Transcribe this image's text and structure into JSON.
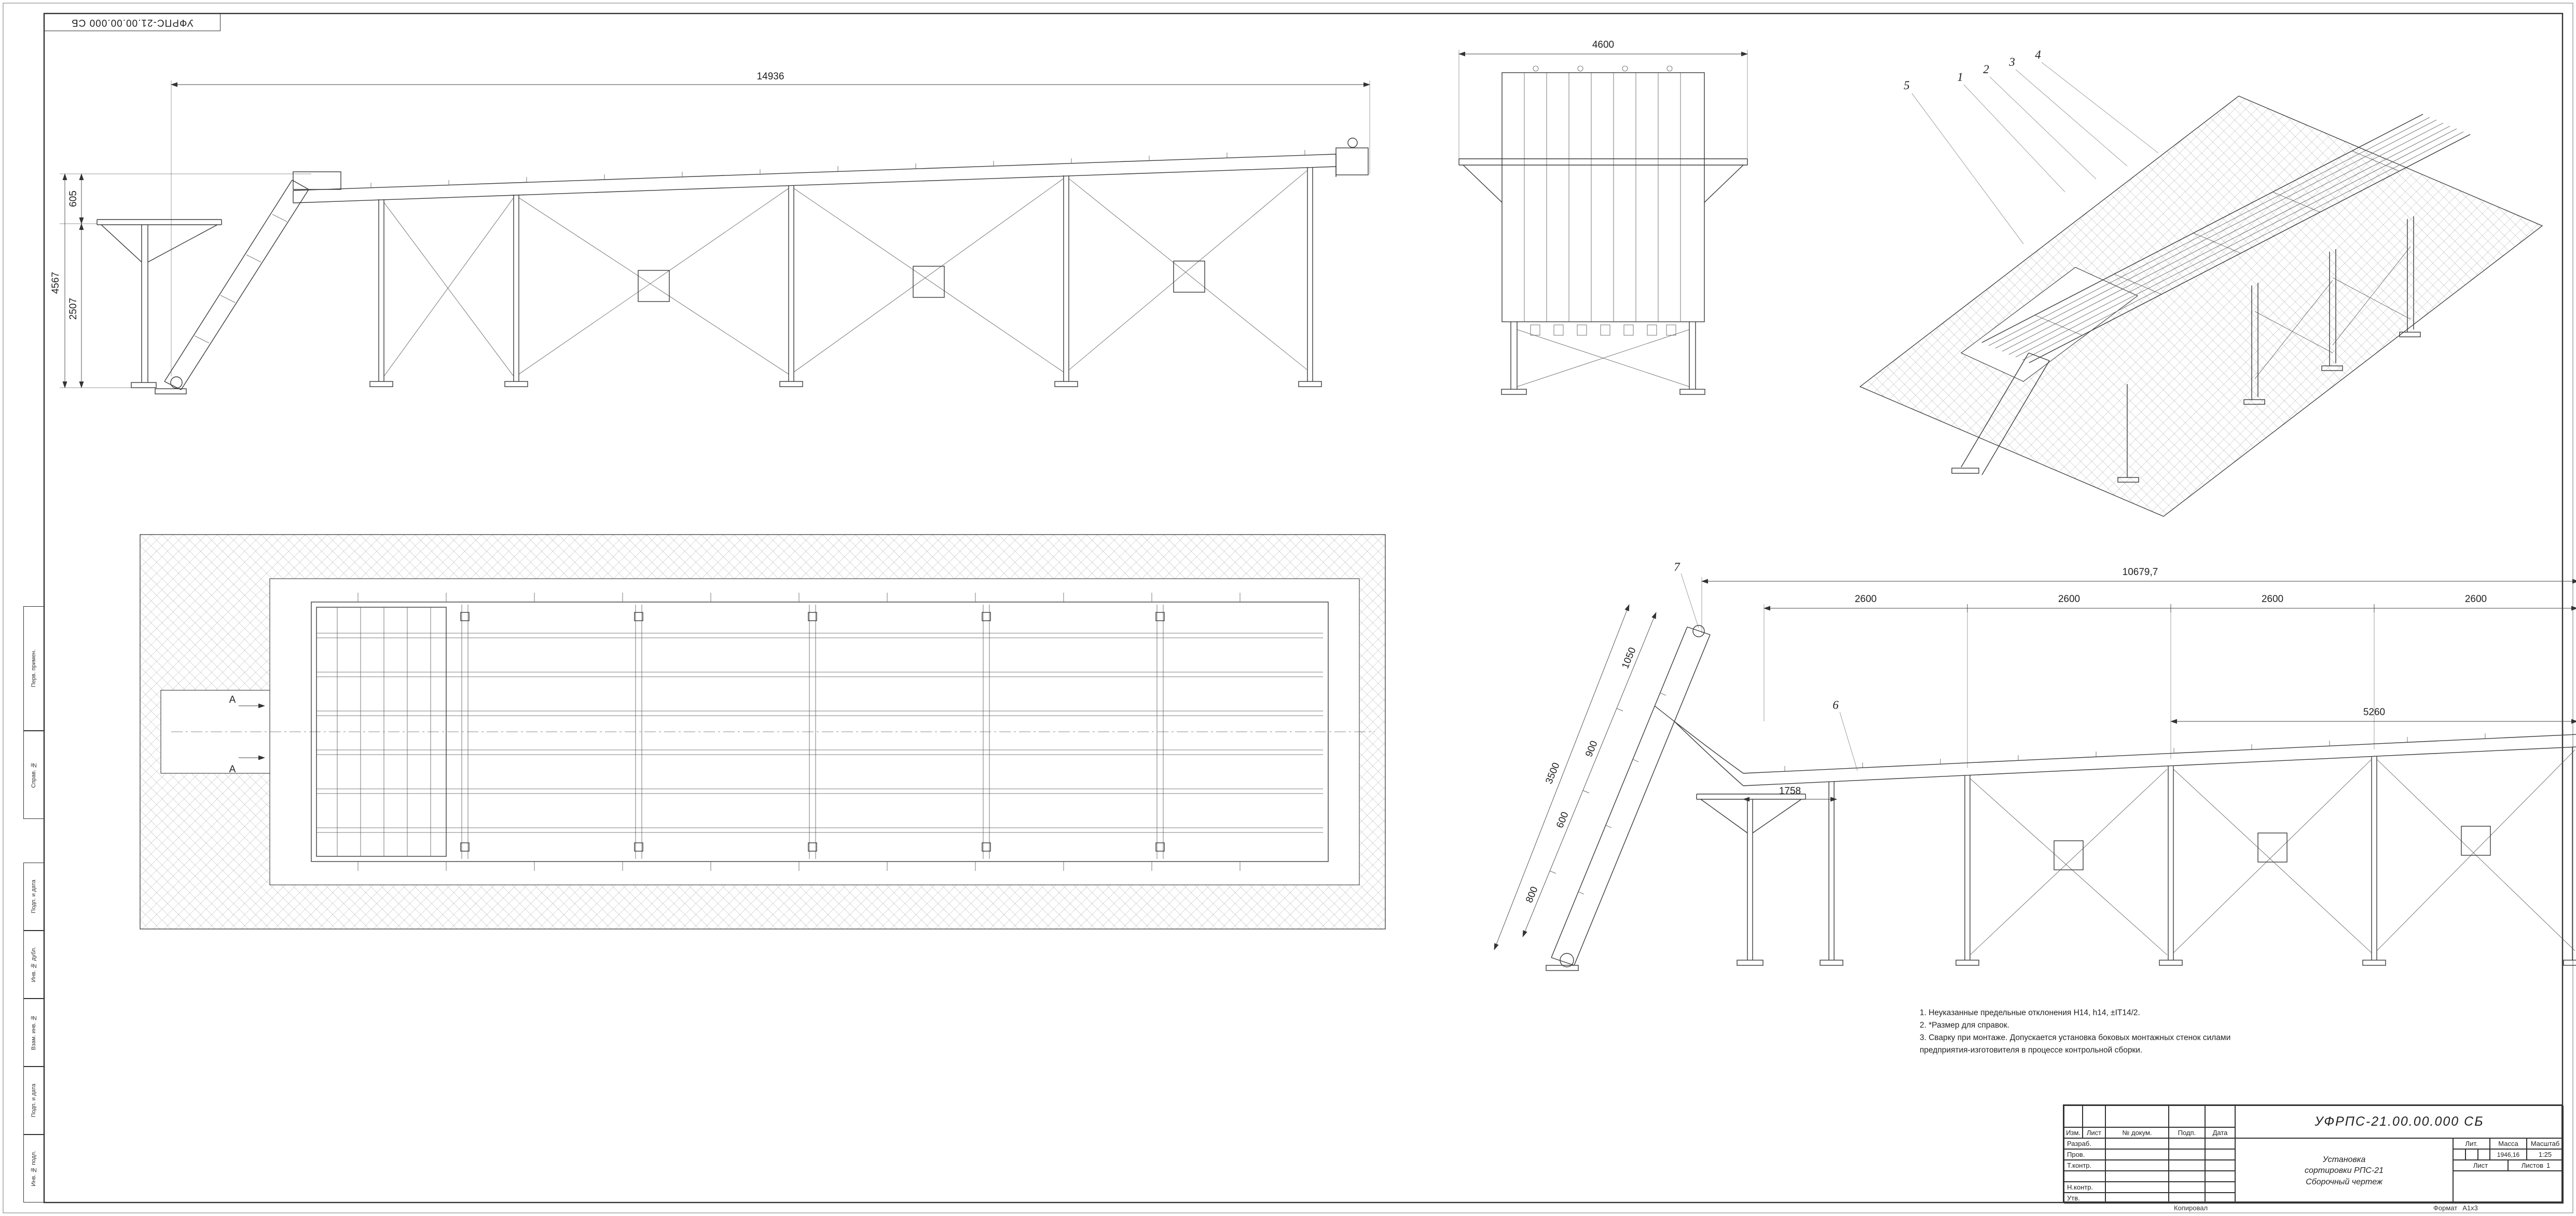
{
  "sheet": {
    "top_stamp_text": "УФРПС-21.00.00.000 СБ",
    "copied_label": "Копировал",
    "format_label": "Формат",
    "format_value": "А1х3"
  },
  "margin_stamps": {
    "perv_primen": "Перв. примен.",
    "sprav_no": "Справ. №",
    "podp_data_1": "Подп. и дата",
    "inv_dubl": "Инв. № дубл.",
    "vzam_inv": "Взам. инв. №",
    "podp_data_2": "Подп. и дата",
    "inv_podl": "Инв. № подл."
  },
  "views": {
    "side_elevation": {
      "dim_length": "14936",
      "dim_height_total": "4567",
      "dim_height_mid": "2507",
      "dim_height_top": "605"
    },
    "end_elevation": {
      "dim_width": "4600"
    },
    "isometric": {
      "positions": [
        "5",
        "1",
        "2",
        "3",
        "4"
      ]
    },
    "plan": {
      "section_label": "А"
    },
    "side_dimensioned": {
      "dim_total": "10679,7",
      "dim_bay": "2600",
      "dim_right": "5260",
      "dim_boom": [
        "800",
        "600",
        "900",
        "1050",
        "3500"
      ],
      "dim_knee": "1758",
      "positions": [
        "7",
        "6"
      ]
    }
  },
  "notes": {
    "lines": [
      "1. Неуказанные предельные отклонения Н14, h14, ±IT14/2.",
      "2. *Размер для справок.",
      "3. Сварку при монтаже. Допускается установка боковых монтажных стенок силами",
      "    предприятия-изготовителя в процессе контрольной сборки."
    ]
  },
  "title_block": {
    "doc_number": "УФРПС-21.00.00.000 СБ",
    "product_title_1": "Установка",
    "product_title_2": "сортировки РПС-21",
    "doc_type": "Сборочный чертеж",
    "mass": "1946,16",
    "scale": "1:25",
    "sheets": "1",
    "headers": {
      "izm": "Изм.",
      "list": "Лист",
      "doc_no": "№ докум.",
      "podp": "Подп.",
      "date": "Дата",
      "lit": "Лит.",
      "mass": "Масса",
      "scale": "Масштаб",
      "sheet": "Лист",
      "sheets": "Листов"
    },
    "roles": [
      "Разраб.",
      "Пров.",
      "Т.контр.",
      "Н.контр.",
      "Утв."
    ]
  }
}
